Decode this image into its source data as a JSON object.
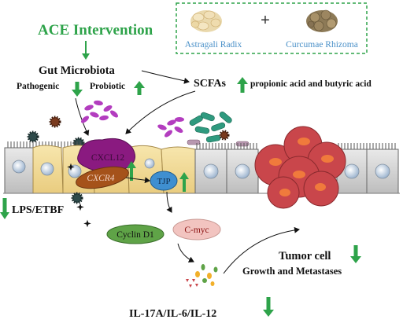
{
  "title": "ACE Intervention",
  "herbs": {
    "herb1": "Astragali Radix",
    "herb2": "Curcumae Rhizoma",
    "plus": "+"
  },
  "gut": {
    "title": "Gut Microbiota",
    "pathogenic": "Pathogenic",
    "probiotic": "Probiotic"
  },
  "scfas": {
    "label": "SCFAs",
    "detail": "propionic acid and butyric acid"
  },
  "molecules": {
    "cxcl12": "CXCL12",
    "cxcr4": "CXCR4",
    "tjp": "TJP",
    "cyclin": "Cyclin D1",
    "cmyc": "C-myc"
  },
  "lps": "LPS/ETBF",
  "tumor": {
    "line1": "Tumor cell",
    "line2": "Growth and Metastases"
  },
  "cytokines": "IL-17A/IL-6/IL-12",
  "colors": {
    "intervention": "#2ea34a",
    "arrow_green": "#2ea34a",
    "herb_text": "#4a90c8",
    "box_border": "#2ea34a",
    "cell_fill": "#f3dfa0",
    "cell_outline": "#a68a4a",
    "tumor": "#c9464b",
    "tumor_nucleus": "#f07a3c",
    "cxcl12": "#8a1a80",
    "cxcr4": "#a5521a",
    "tjp": "#3f8fd0",
    "cyclin": "#5fa347",
    "cmyc": "#f2c4c0",
    "bacteria_purple": "#b33dbf",
    "bacteria_teal": "#2f9a7f"
  }
}
